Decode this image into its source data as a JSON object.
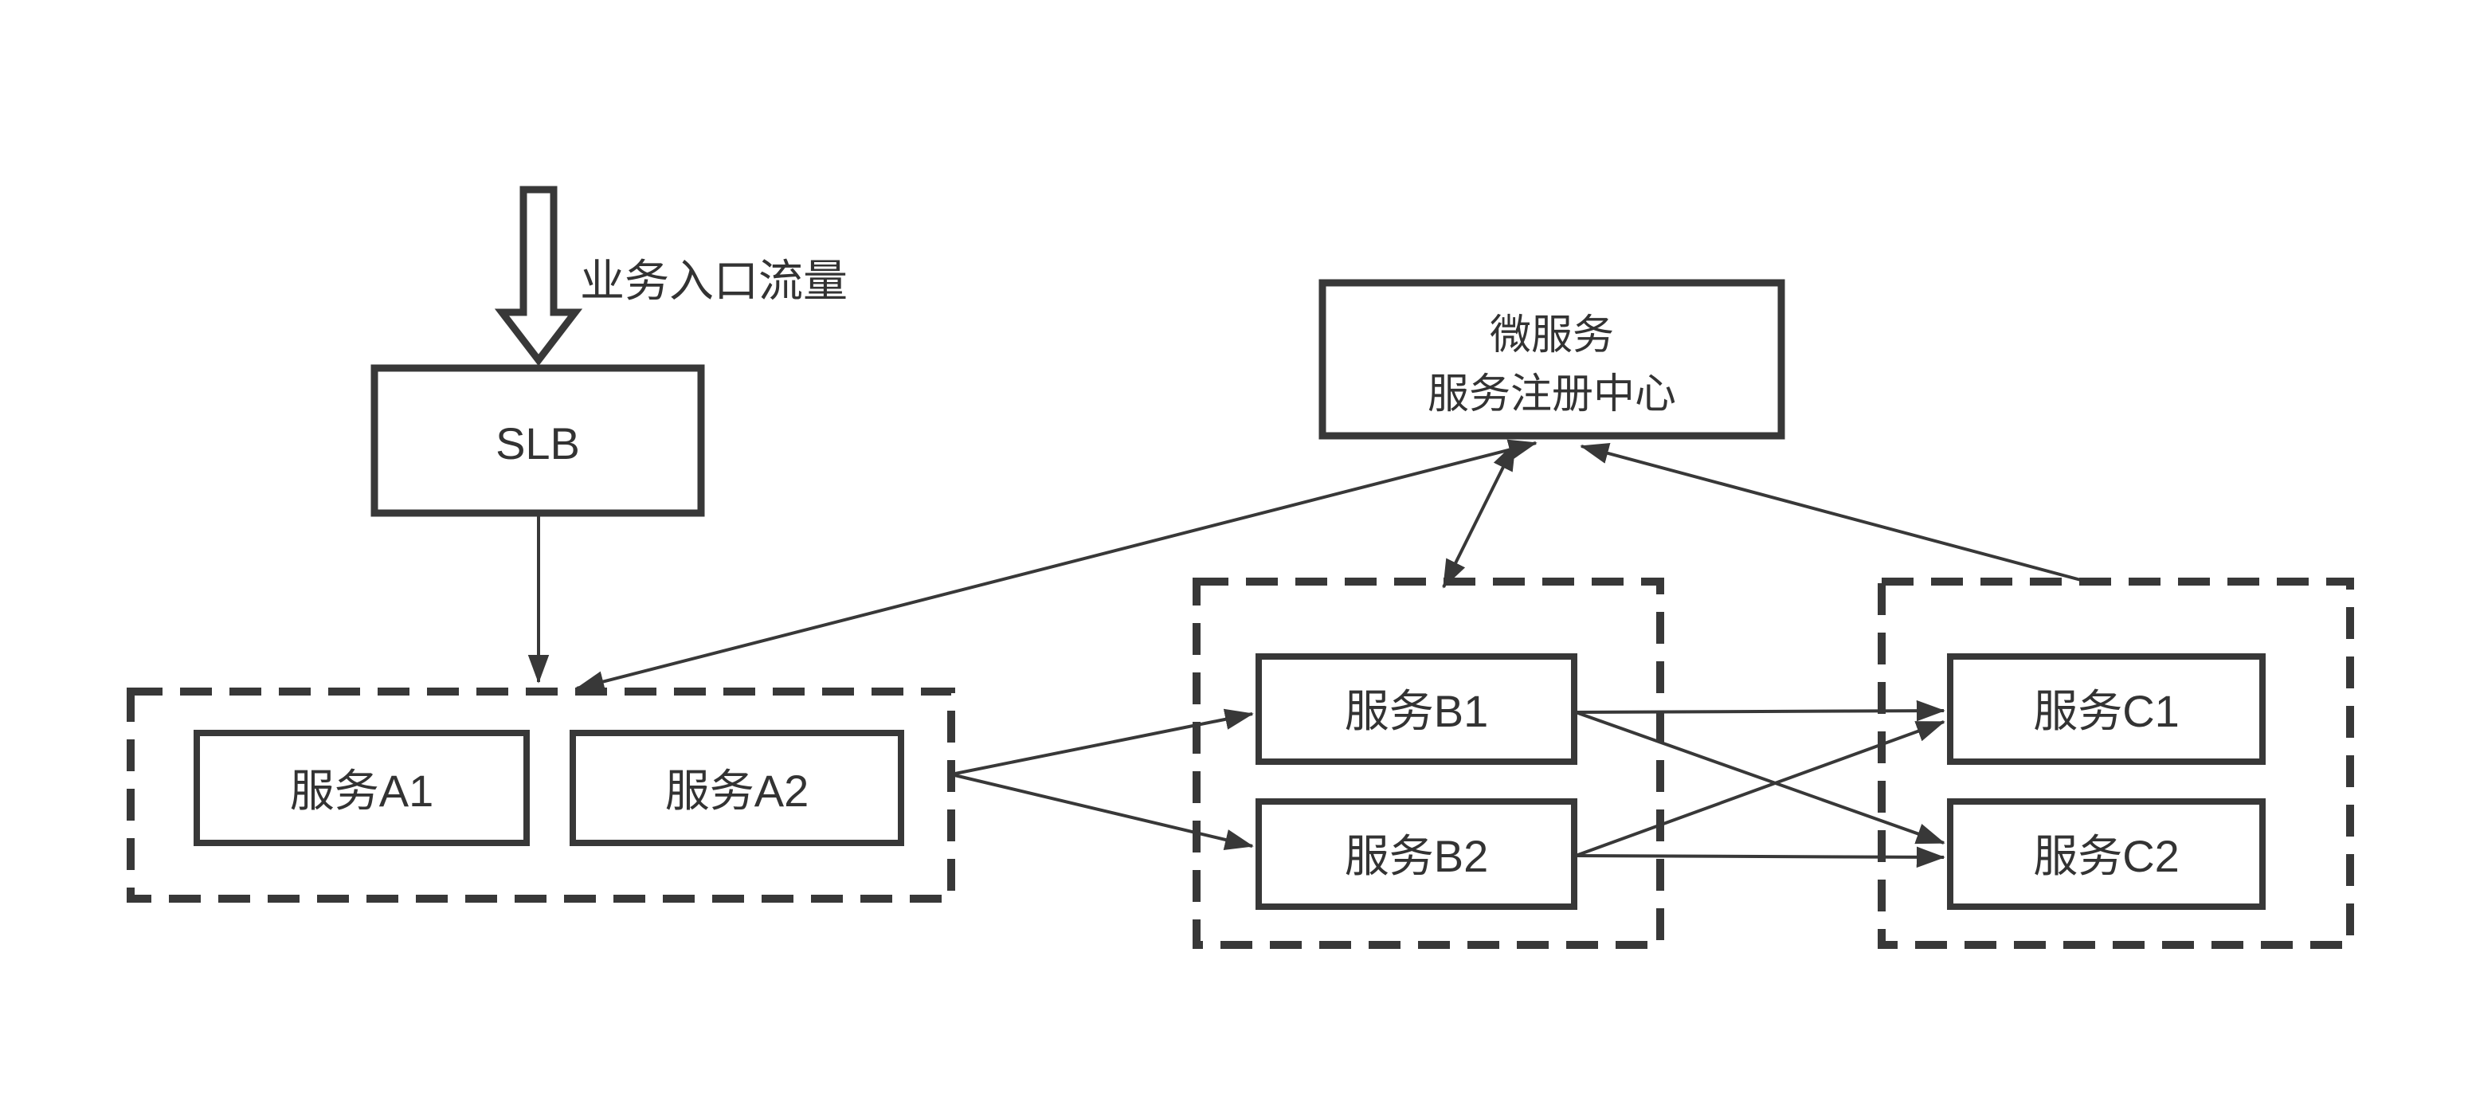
{
  "diagram": {
    "background_color": "#ffffff",
    "stroke_color": "#383838",
    "entry_flow": {
      "label": "业务入口流量"
    },
    "nodes": {
      "slb": {
        "label": "SLB"
      },
      "registry": {
        "line1": "微服务",
        "line2": "服务注册中心"
      },
      "service_a1": {
        "label": "服务A1"
      },
      "service_a2": {
        "label": "服务A2"
      },
      "service_b1": {
        "label": "服务B1"
      },
      "service_b2": {
        "label": "服务B2"
      },
      "service_c1": {
        "label": "服务C1"
      },
      "service_c2": {
        "label": "服务C2"
      }
    },
    "groups": {
      "group_a": {
        "members": [
          "服务A1",
          "服务A2"
        ]
      },
      "group_b": {
        "members": [
          "服务B1",
          "服务B2"
        ]
      },
      "group_c": {
        "members": [
          "服务C1",
          "服务C2"
        ]
      }
    },
    "edges": [
      {
        "from": "entry-traffic",
        "to": "slb",
        "style": "hollow-arrow",
        "direction": "one-way"
      },
      {
        "from": "slb",
        "to": "group-a",
        "direction": "one-way"
      },
      {
        "from": "group-a",
        "to": "registry",
        "direction": "two-way"
      },
      {
        "from": "group-b",
        "to": "registry",
        "direction": "two-way"
      },
      {
        "from": "group-c",
        "to": "registry",
        "direction": "one-way"
      },
      {
        "from": "group-a",
        "to": "service-b1",
        "direction": "one-way"
      },
      {
        "from": "group-a",
        "to": "service-b2",
        "direction": "one-way"
      },
      {
        "from": "service-b1",
        "to": "service-c1",
        "direction": "one-way"
      },
      {
        "from": "service-b1",
        "to": "service-c2",
        "direction": "one-way"
      },
      {
        "from": "service-b2",
        "to": "service-c1",
        "direction": "one-way"
      },
      {
        "from": "service-b2",
        "to": "service-c2",
        "direction": "one-way"
      }
    ]
  }
}
